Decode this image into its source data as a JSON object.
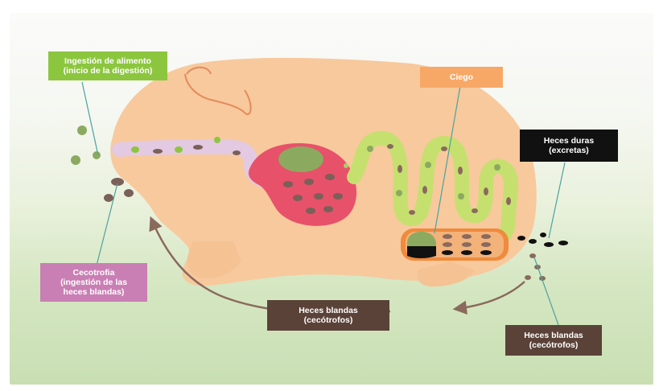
{
  "labels": {
    "ingestion": {
      "line1": "Ingestión de alimento",
      "line2": "(inicio de la digestión)"
    },
    "ciego": "Ciego",
    "heces_duras": {
      "line1": "Heces duras",
      "line2": "(excretas)"
    },
    "cecotrofia": {
      "line1": "Cecotrofia",
      "line2": "(ingestión de las",
      "line3": "heces blandas)"
    },
    "heces_blandas_center": {
      "line1": "Heces blandas",
      "line2": "(cecótrofos)"
    },
    "heces_blandas_right": {
      "line1": "Heces blandas",
      "line2": "(cecótrofos)"
    }
  },
  "colors": {
    "ingestion_box": "#8cc63f",
    "ciego_box": "#f7a867",
    "heces_duras_box": "#111111",
    "cecotrofia_box": "#c97fb4",
    "heces_blandas_box": "#5a4238",
    "body": "#f7c99d",
    "stomach": "#e8516a",
    "intestine": "#c6e06f",
    "cecum_box": "#f08a3c",
    "arrow": "#8a6a5c"
  }
}
